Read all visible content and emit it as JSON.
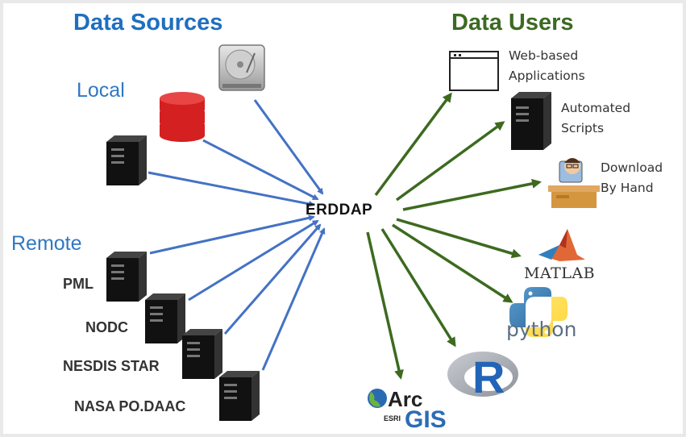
{
  "headings": {
    "sources": "Data Sources",
    "users": "Data Users",
    "local": "Local",
    "remote": "Remote"
  },
  "hub": "ERDDAP",
  "remote_sources": [
    "PML",
    "NODC",
    "NESDIS STAR",
    "NASA PO.DAAC"
  ],
  "users": {
    "web_apps": [
      "Web-based",
      "Applications"
    ],
    "scripts": [
      "Automated",
      "Scripts"
    ],
    "download": [
      "Download",
      "By Hand"
    ]
  },
  "logos": {
    "matlab": "MATLAB",
    "python": "python",
    "r": "R",
    "arcgis_arc": "Arc",
    "arcgis_gis": "GIS",
    "esri": "ESRI"
  },
  "colors": {
    "sources_heading": "#1f6fc0",
    "users_heading": "#3c6a22",
    "source_arrow": "#4472c4",
    "user_arrow": "#3d6a1f"
  }
}
